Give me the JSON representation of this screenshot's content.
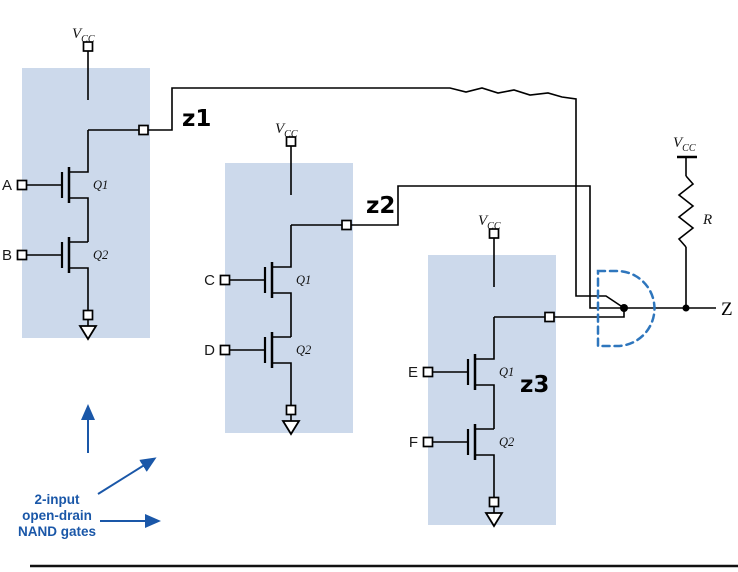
{
  "diagram": {
    "type": "circuit-schematic",
    "description": "Three 2-input open-drain NAND gates wired-AND to a common output Z with a pull-up resistor R to Vcc"
  },
  "colors": {
    "gate_fill": "#ccd9eb",
    "wire": "#000000",
    "accent_blue": "#1a57a8",
    "dashed_gate_blue": "#2e76bd"
  },
  "power": {
    "v": "V",
    "sub": "CC"
  },
  "transistors": {
    "q1": "Q1",
    "q2": "Q2"
  },
  "gates": [
    {
      "inputs": [
        "A",
        "B"
      ],
      "output_label": "z1"
    },
    {
      "inputs": [
        "C",
        "D"
      ],
      "output_label": "z2"
    },
    {
      "inputs": [
        "E",
        "F"
      ],
      "output_label": "z3"
    }
  ],
  "resistor": {
    "label": "R"
  },
  "output": {
    "label": "Z"
  },
  "caption": {
    "lines": [
      "2-input",
      "open-drain",
      "NAND gates"
    ]
  }
}
